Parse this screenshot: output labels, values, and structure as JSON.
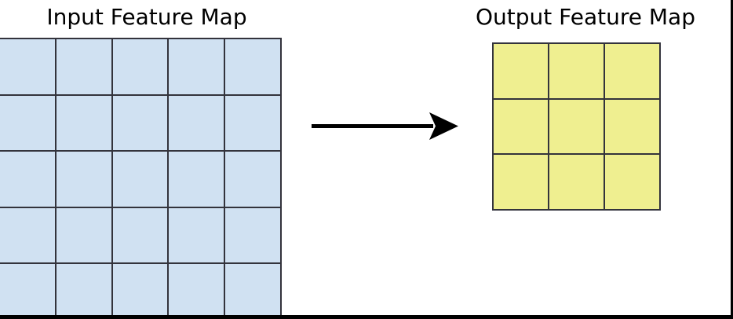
{
  "figure": {
    "background_color": "#ffffff",
    "frame_color": "#000000"
  },
  "input_panel": {
    "title": "Input Feature Map",
    "grid": {
      "rows": 5,
      "cols": 5,
      "cell_color": "#d0e1f2",
      "line_color": "#33333c",
      "cells": [
        [
          "",
          "",
          "",
          "",
          ""
        ],
        [
          "",
          "",
          "",
          "",
          ""
        ],
        [
          "",
          "",
          "",
          "",
          ""
        ],
        [
          "",
          "",
          "",
          "",
          ""
        ],
        [
          "",
          "",
          "",
          "",
          ""
        ]
      ]
    }
  },
  "output_panel": {
    "title": "Output Feature Map",
    "grid": {
      "rows": 3,
      "cols": 3,
      "cell_color": "#efef90",
      "line_color": "#33333c",
      "cells": [
        [
          "",
          "",
          ""
        ],
        [
          "",
          "",
          ""
        ],
        [
          "",
          "",
          ""
        ]
      ]
    }
  },
  "connector": {
    "icon": "arrow-right-icon",
    "label": "",
    "color": "#000000",
    "direction": "left-to-right"
  },
  "chart_data": {
    "type": "diagram",
    "title": "",
    "nodes": [
      {
        "id": "input",
        "label": "Input Feature Map",
        "shape": "grid",
        "rows": 5,
        "cols": 5,
        "fill": "#d0e1f2"
      },
      {
        "id": "output",
        "label": "Output Feature Map",
        "shape": "grid",
        "rows": 3,
        "cols": 3,
        "fill": "#efef90"
      }
    ],
    "edges": [
      {
        "from": "input",
        "to": "output",
        "style": "solid-arrow",
        "label": ""
      }
    ]
  }
}
